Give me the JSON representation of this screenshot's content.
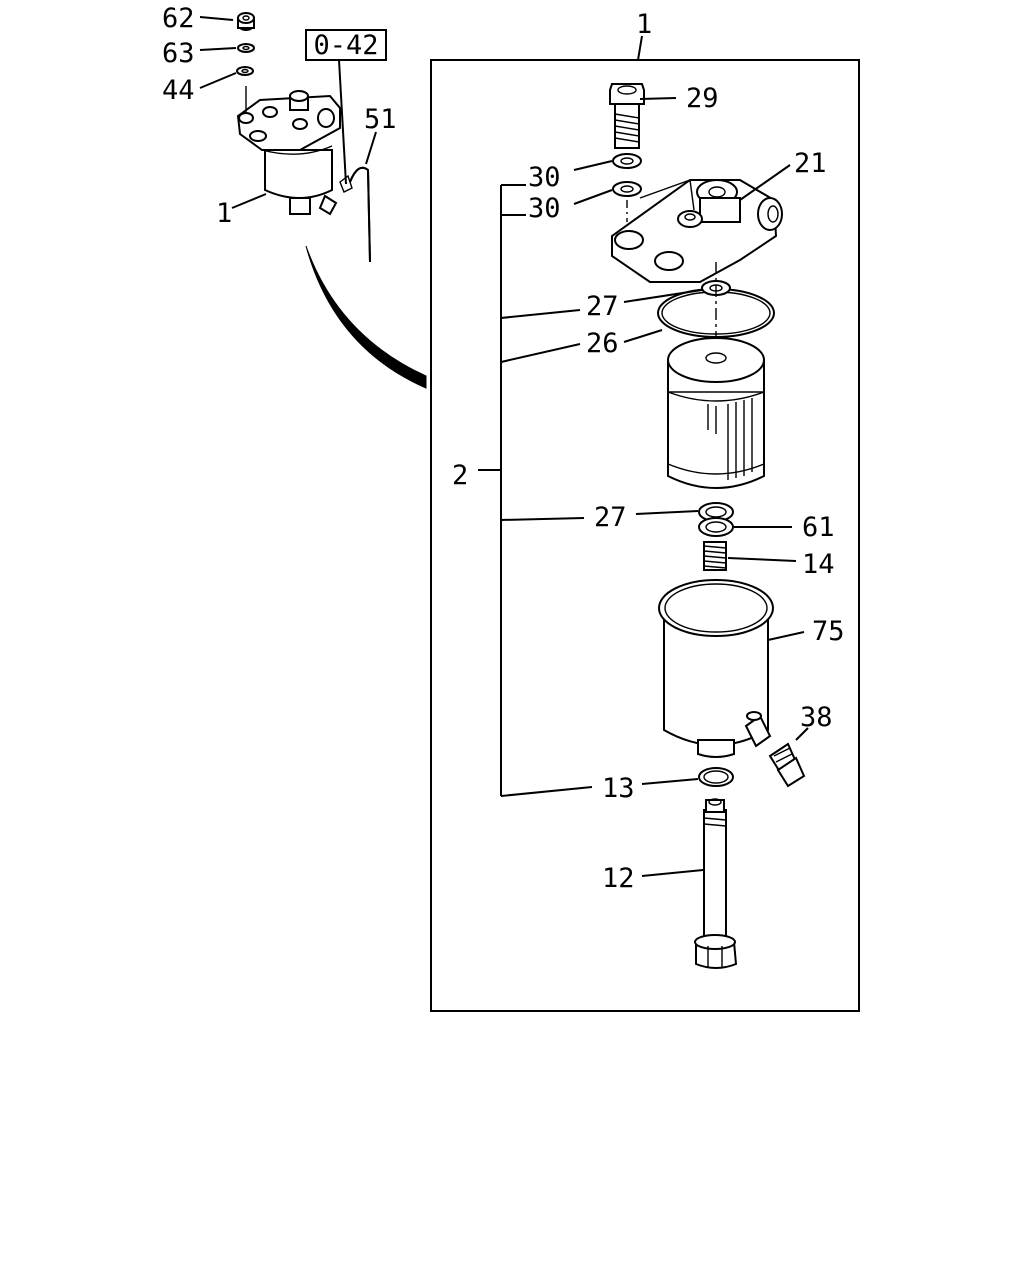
{
  "reference_box": {
    "text": "0-42"
  },
  "callouts": {
    "c62": "62",
    "c63": "63",
    "c44": "44",
    "c51": "51",
    "c1_small": "1",
    "c1_top": "1",
    "c29": "29",
    "c30_a": "30",
    "c30_b": "30",
    "c21": "21",
    "c27_a": "27",
    "c26": "26",
    "c2": "2",
    "c27_b": "27",
    "c61": "61",
    "c14": "14",
    "c75": "75",
    "c38": "38",
    "c13": "13",
    "c12": "12"
  }
}
